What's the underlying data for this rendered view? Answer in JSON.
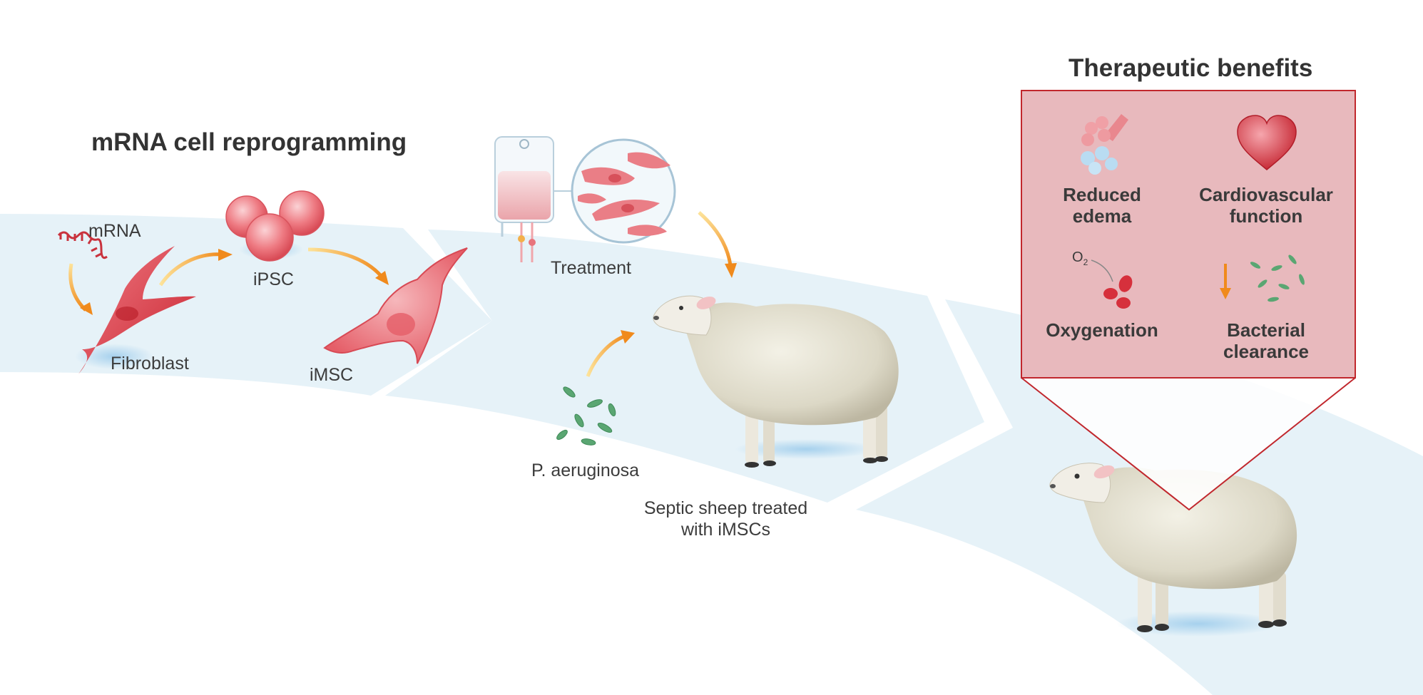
{
  "titles": {
    "reprogramming": "mRNA cell reprogramming",
    "benefits": "Therapeutic benefits"
  },
  "labels": {
    "mrna": "mRNA",
    "fibroblast": "Fibroblast",
    "ipsc": "iPSC",
    "imsc": "iMSC",
    "treatment": "Treatment",
    "p_aeruginosa": "P. aeruginosa",
    "septic_sheep_line1": "Septic sheep treated",
    "septic_sheep_line2": "with iMSCs",
    "oxygen_symbol": "O",
    "oxygen_subscript": "2"
  },
  "benefits": {
    "reduced_edema_1": "Reduced",
    "reduced_edema_2": "edema",
    "cardio_1": "Cardiovascular",
    "cardio_2": "function",
    "oxygenation": "Oxygenation",
    "bacterial_1": "Bacterial",
    "bacterial_2": "clearance"
  },
  "colors": {
    "band": "#e6f2f8",
    "cell_red": "#e0424d",
    "panel_fill": "#e8b9bd",
    "panel_stroke": "#c1272d",
    "arrow_orange": "#f39a2c",
    "bacteria_green": "#5aa672"
  }
}
